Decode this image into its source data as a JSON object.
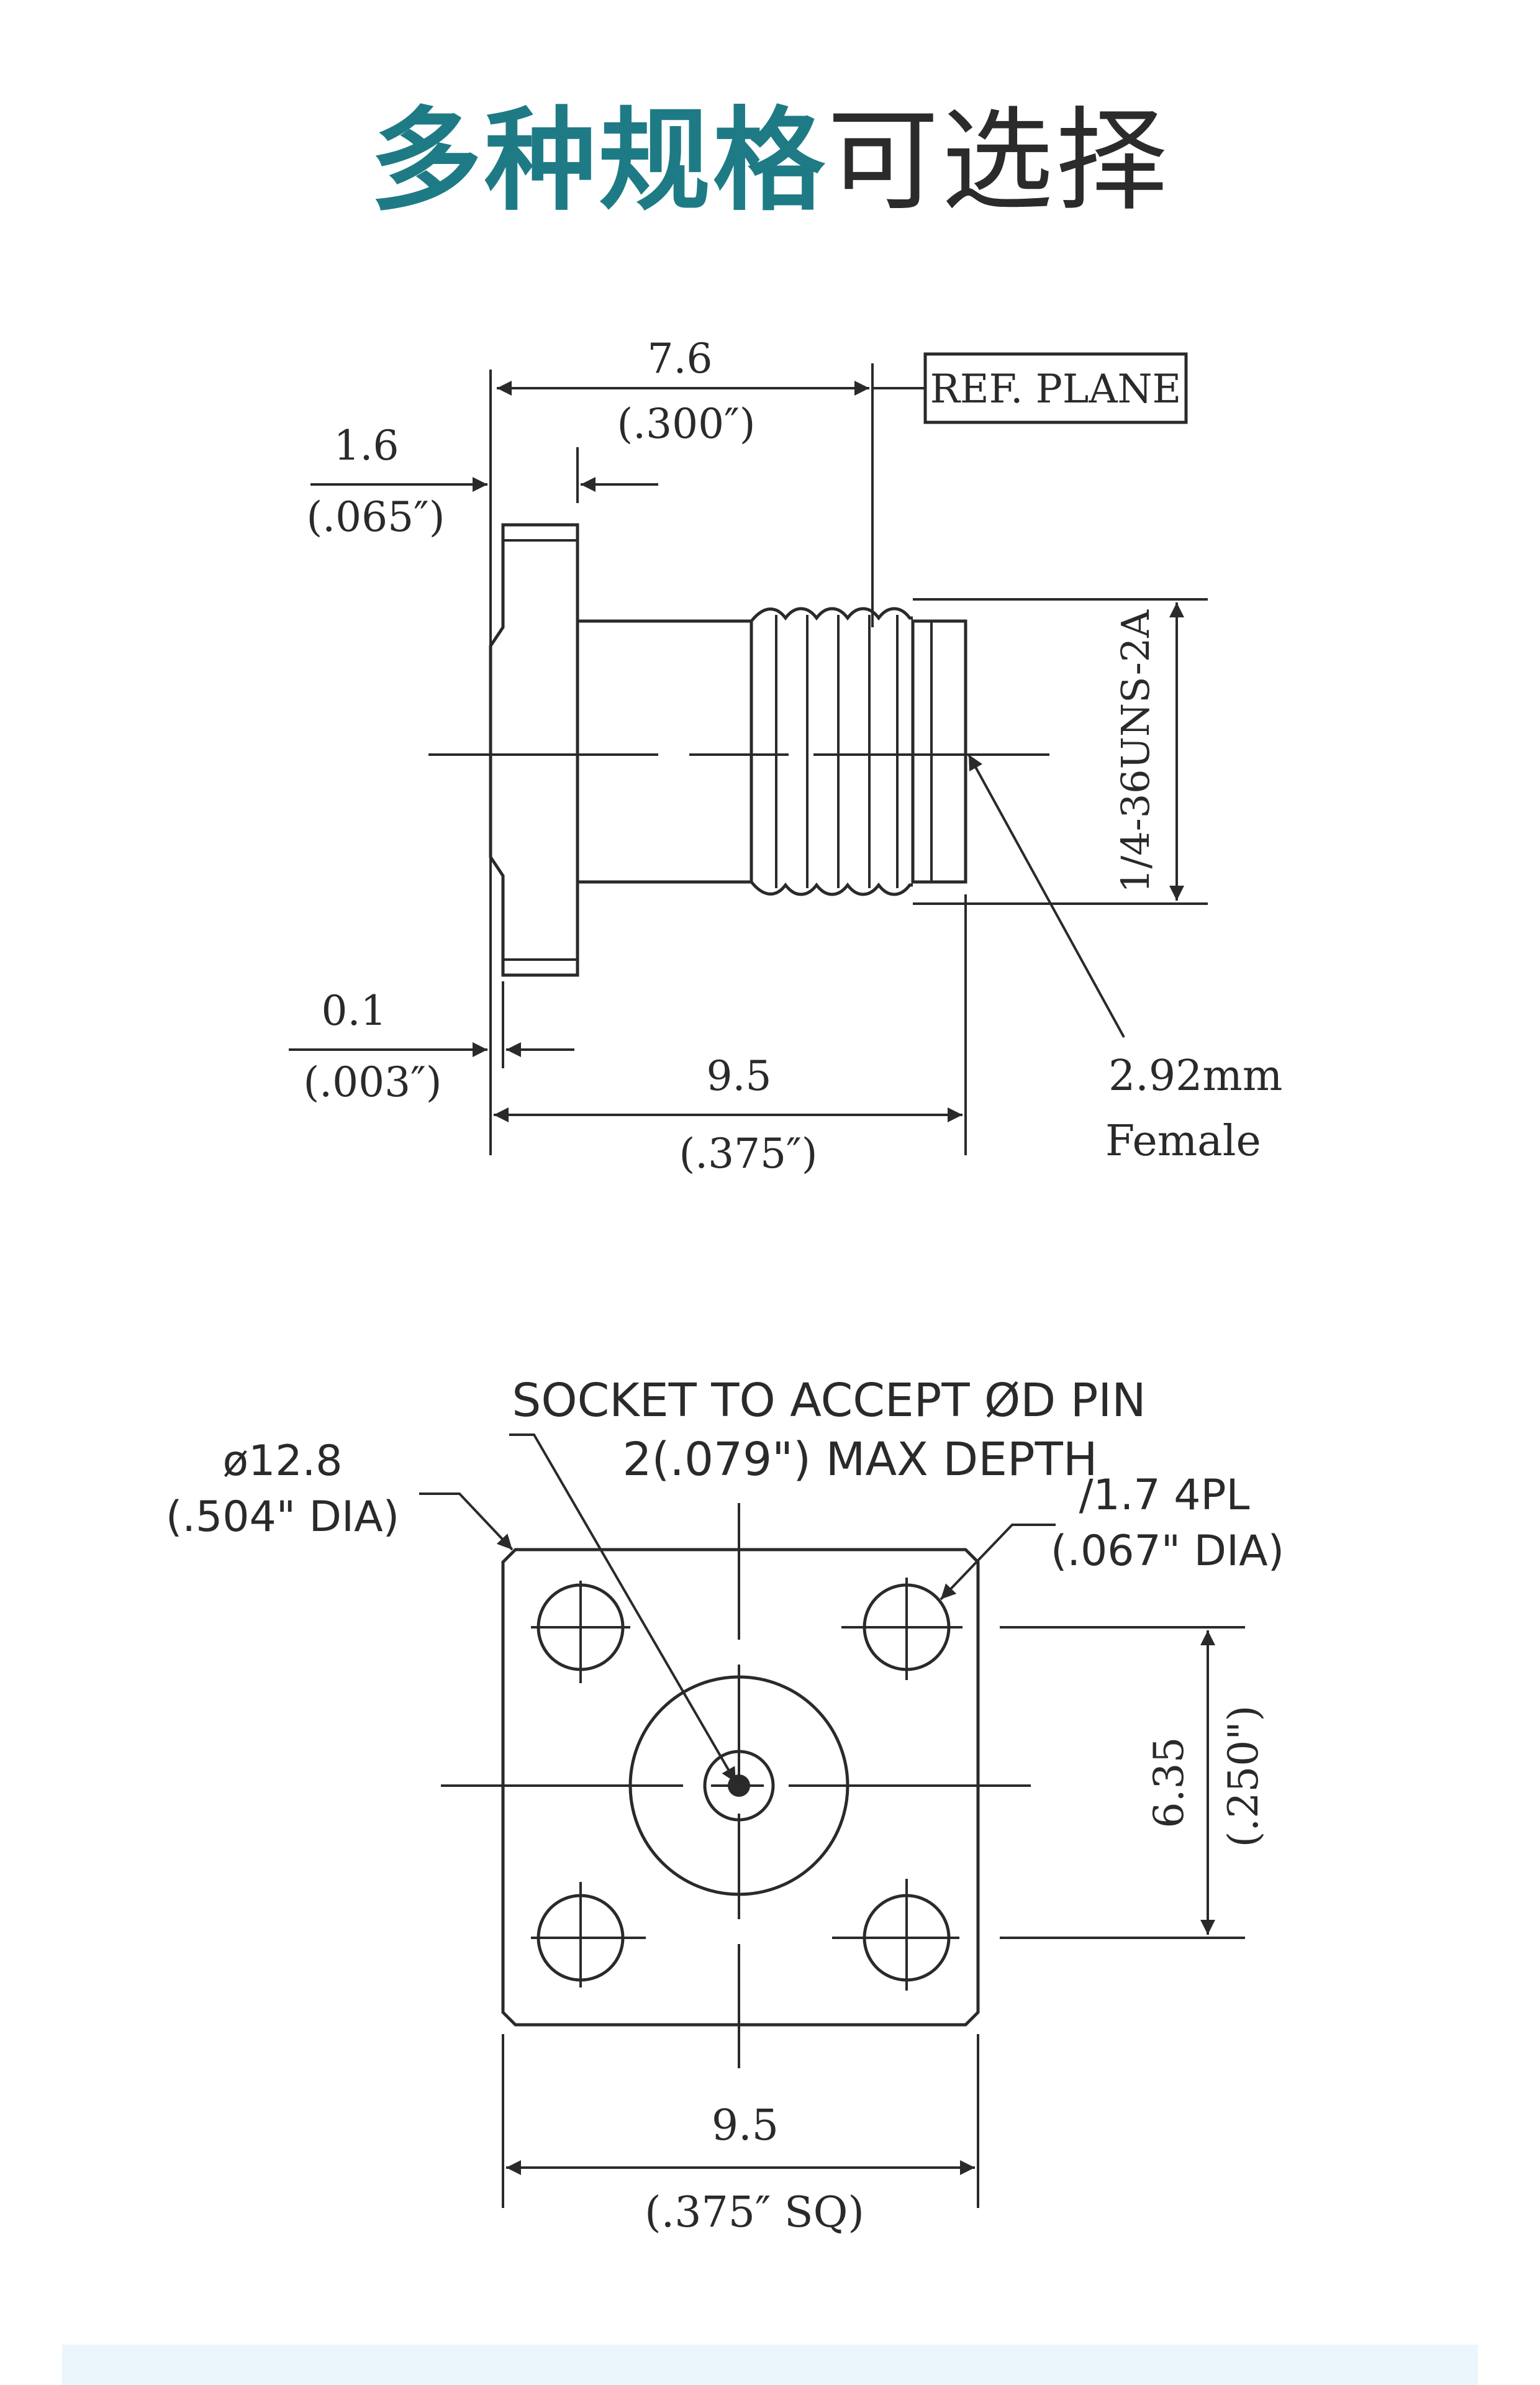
{
  "title": {
    "highlight": "多种规格",
    "rest": "可选择"
  },
  "colors": {
    "accent": "#1e7b85",
    "ink": "#2a2a2a",
    "footer_band": "#eaf6fb"
  },
  "side_view": {
    "dim_total_len_mm": "7.6",
    "dim_total_len_in": "(.300″)",
    "ref_plane_label": "REF. PLANE",
    "dim_flange_mm": "1.6",
    "dim_flange_in": "(.065″)",
    "dim_gap_mm": "0.1",
    "dim_gap_in": "(.003″)",
    "dim_body_mm": "9.5",
    "dim_body_in": "(.375″)",
    "thread_label": "1/4-36UNS-2A",
    "connector_type_line1": "2.92mm",
    "connector_type_line2": "Female"
  },
  "front_view": {
    "socket_note_line1": "SOCKET  TO  ACCEPT  ØD  PIN",
    "socket_note_line2": "2(.079\")  MAX  DEPTH",
    "flange_dia_mm": "ø12.8",
    "flange_dia_in": "(.504\"  DIA)",
    "hole_dia_mm": "/1.7  4PL",
    "hole_dia_in": "(.067\"  DIA)",
    "hole_spacing_mm": "6.35",
    "hole_spacing_in": "(.250\")",
    "width_mm": "9.5",
    "width_in": "(.375″   SQ)"
  }
}
